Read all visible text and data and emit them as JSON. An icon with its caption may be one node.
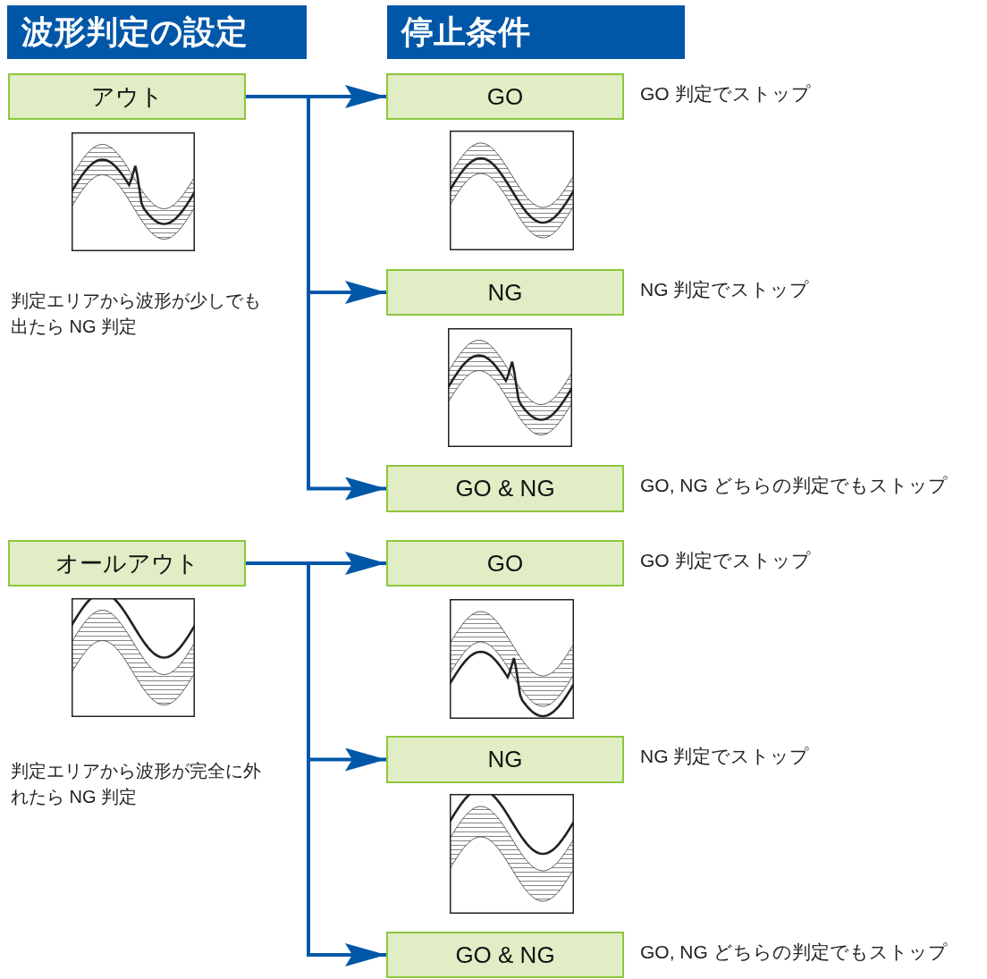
{
  "diagram": {
    "nodes": [
      {
        "text": [
          "波形判定の設定"
        ]
      },
      {
        "text": [
          "停止条件"
        ]
      },
      {
        "text": [
          "アウト"
        ]
      },
      {
        "text": [
          "GO"
        ],
        "beside": [
          "GO 判定でストップ"
        ]
      },
      {
        "text": [
          "NG"
        ],
        "beside": [
          "NG 判定でストップ"
        ]
      },
      {
        "text": [
          "GO & NG"
        ],
        "beside": [
          "GO, NG どちらの判定でもストップ"
        ]
      },
      {
        "text": [
          "オールアウト"
        ]
      },
      {
        "text": [
          "GO"
        ],
        "beside": [
          "GO 判定でストップ"
        ]
      },
      {
        "text": [
          "NG"
        ],
        "beside": [
          "NG 判定でストップ"
        ]
      },
      {
        "text": [
          "GO & NG"
        ],
        "beside": [
          "GO, NG どちらの判定でもストップ"
        ]
      }
    ],
    "edges": [
      {
        "from": 2,
        "to": 3,
        "arrow": "to"
      },
      {
        "from": 2,
        "to": 4,
        "arrow": "to"
      },
      {
        "from": 2,
        "to": 5,
        "arrow": "to"
      },
      {
        "from": 6,
        "to": 7,
        "arrow": "to"
      },
      {
        "from": 6,
        "to": 8,
        "arrow": "to"
      },
      {
        "from": 6,
        "to": 9,
        "arrow": "to"
      }
    ],
    "labels": [
      "判定エリアから波形が少しでも出たら NG 判定",
      "判定エリアから波形が完全に外れたら NG 判定"
    ]
  }
}
